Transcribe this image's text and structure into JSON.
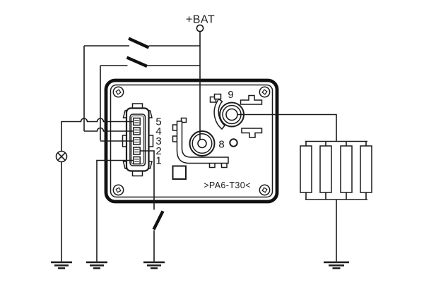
{
  "diagram": {
    "type": "glow-plug-relay-wiring-diagram",
    "colors": {
      "line": "#1a1a1a",
      "background": "#ffffff"
    },
    "labels": {
      "battery": "+BAT",
      "terminal8": "8",
      "terminal9": "9",
      "housing_marking": ">PA6-T30<"
    },
    "connector": {
      "pin_labels": [
        "5",
        "4",
        "3",
        "2",
        "1"
      ]
    },
    "components": [
      {
        "name": "battery-positive-terminal"
      },
      {
        "name": "switch-upper"
      },
      {
        "name": "switch-lower"
      },
      {
        "name": "indicator-lamp"
      },
      {
        "name": "relay-module-housing"
      },
      {
        "name": "five-pin-connector"
      },
      {
        "name": "power-terminal-8"
      },
      {
        "name": "power-terminal-9"
      },
      {
        "name": "push-switch"
      },
      {
        "name": "glow-plug-bank",
        "count": 4
      },
      {
        "name": "ground",
        "count": 4
      }
    ]
  }
}
